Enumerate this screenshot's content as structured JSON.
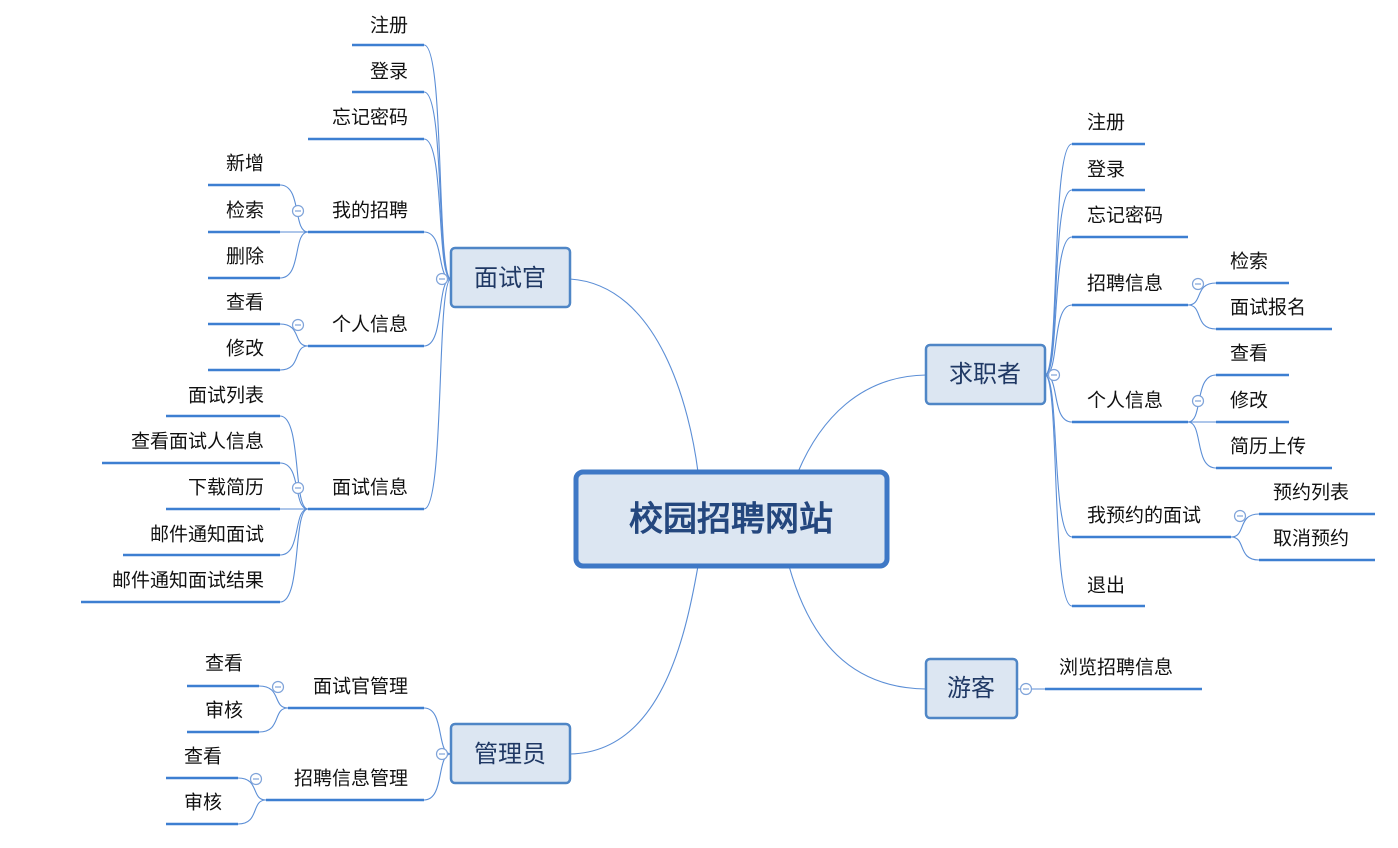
{
  "center": {
    "label": "校园招聘网站"
  },
  "colors": {
    "line": "#5B8ED6",
    "underline": "#3D7FD1",
    "box_fill": "#DCE6F2",
    "box_border": "#4F86C6",
    "center_border": "#3E78C6",
    "center_text": "#24477E",
    "main_text": "#1F3864",
    "leaf_text": "#111111",
    "collapse": "#7FA3D9"
  },
  "branches": {
    "interviewer": {
      "label": "面试官",
      "items": [
        "注册",
        "登录",
        "忘记密码",
        "我的招聘",
        "个人信息",
        "面试信息"
      ],
      "my_recruit_children": [
        "新增",
        "检索",
        "删除"
      ],
      "personal_children": [
        "查看",
        "修改"
      ],
      "interview_children": [
        "面试列表",
        "查看面试人信息",
        "下载简历",
        "邮件通知面试",
        "邮件通知面试结果"
      ]
    },
    "admin": {
      "label": "管理员",
      "items": [
        "面试官管理",
        "招聘信息管理"
      ],
      "interviewer_mgmt_children": [
        "查看",
        "审核"
      ],
      "recruit_mgmt_children": [
        "查看",
        "审核"
      ]
    },
    "jobseeker": {
      "label": "求职者",
      "items": [
        "注册",
        "登录",
        "忘记密码",
        "招聘信息",
        "个人信息",
        "我预约的面试",
        "退出"
      ],
      "recruit_children": [
        "检索",
        "面试报名"
      ],
      "personal_children": [
        "查看",
        "修改",
        "简历上传"
      ],
      "appointment_children": [
        "预约列表",
        "取消预约"
      ]
    },
    "visitor": {
      "label": "游客",
      "items": [
        "浏览招聘信息"
      ]
    }
  }
}
